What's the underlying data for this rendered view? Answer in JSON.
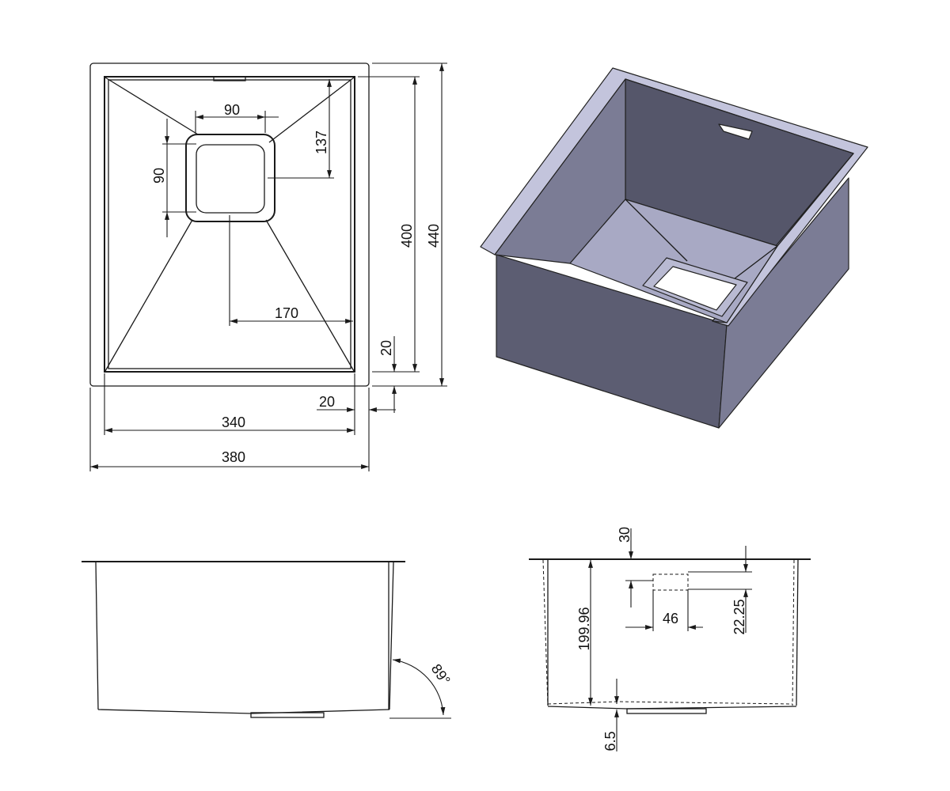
{
  "top_view": {
    "dims": {
      "bowl_width": "340",
      "overall_width": "380",
      "bowl_length": "400",
      "overall_length": "440",
      "waste_width": "90",
      "waste_height": "90",
      "waste_offset_top": "137",
      "waste_offset_side": "170",
      "flange_side": "20",
      "flange_end": "20"
    }
  },
  "side_view": {
    "angle": "89°"
  },
  "end_view": {
    "dims": {
      "depth": "199.96",
      "overflow_top": "30",
      "overflow_width": "46",
      "overflow_drop": "22.25",
      "floor_fall": "6.5"
    }
  },
  "colors": {
    "iso_inner_back": "#55566a",
    "iso_inner_side": "#7b7c95",
    "iso_floor": "#a8a9c4",
    "iso_rim": "#c3c4dc",
    "iso_outer": "#5c5d72"
  }
}
